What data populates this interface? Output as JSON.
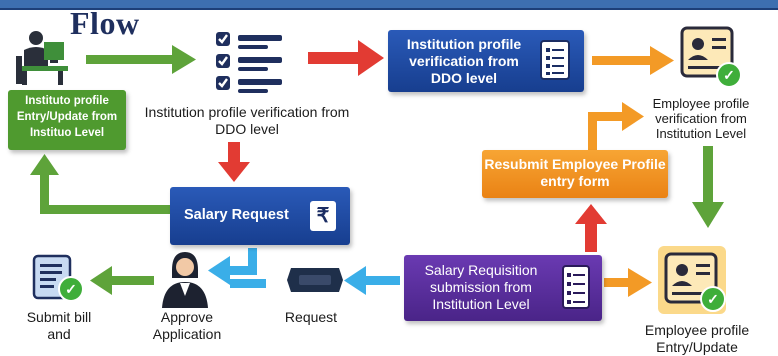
{
  "title": "Flow",
  "nodes": {
    "instituto_entry": "Instituto profile Entry/Update from Instituo Level",
    "inst_verif_ddo": "Institution profile verification from DDO level",
    "inst_verif_ddo_box": "Institution profile verification from DDO level",
    "emp_verif_inst": "Employee profile verification from Institution Level",
    "resubmit": "Resubmit Employee Profile entry form",
    "salary_request": "Salary Request",
    "salary_requisition": "Salary Requisition submission from Institution Level",
    "request": "Request",
    "approve": "Approve Application",
    "submit_bill": "Submit bill and",
    "emp_entry": "Employee profile Entry/Update"
  },
  "colors": {
    "green": "#4f9a2f",
    "blue": "#1e4aa3",
    "orange": "#f39a26",
    "purple": "#5a2e9e",
    "red": "#e23b33",
    "light_blue": "#3aaee8"
  },
  "icons": [
    "person-at-desk-icon",
    "checklist-icon",
    "document-list-icon",
    "employee-card-icon",
    "rupee-icon",
    "ticket-icon",
    "businesswoman-icon",
    "bill-icon",
    "checkmark-icon"
  ]
}
